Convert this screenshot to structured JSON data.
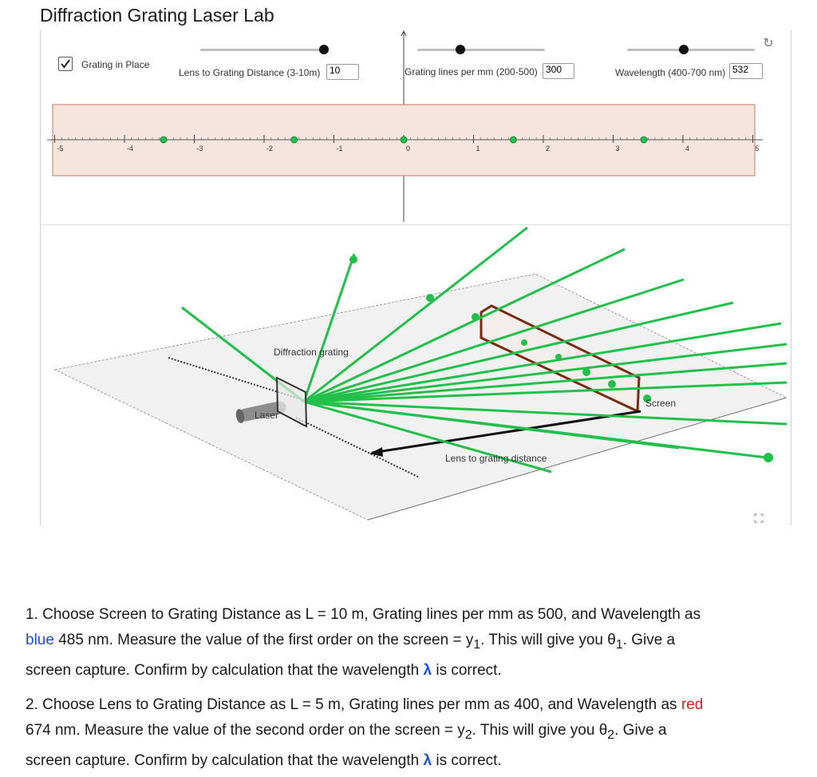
{
  "page_title": "Diffraction Grating Laser Lab",
  "controls": {
    "grating_checkbox_label": "Grating in Place",
    "grating_checked": true,
    "lens_distance_label": "Lens to Grating Distance (3-10m)",
    "lens_distance_value": "10",
    "lines_per_mm_label": "Grating lines per mm (200-500)",
    "lines_per_mm_value": "300",
    "wavelength_label": "Wavelength (400-700 nm)",
    "wavelength_value": "532"
  },
  "axis": {
    "ticks": [
      "-5",
      "-4",
      "-3",
      "-2",
      "-1",
      "0",
      "1",
      "2",
      "3",
      "4",
      "5"
    ],
    "spot_positions": [
      -3.44,
      -1.57,
      0,
      1.57,
      3.44
    ]
  },
  "scene": {
    "grating_label": "Diffraction grating",
    "laser_label": "Laser",
    "screen_label": "Screen",
    "distance_label": "Lens to grating distance"
  },
  "questions": {
    "q1_a": "1. Choose Screen to Grating Distance as L = 10 m, Grating lines per mm as 500, and Wavelength as",
    "q1_color": "blue",
    "q1_b": " 485 nm.  Measure the value of the first order on the screen = y",
    "q1_sub": "1",
    "q1_c": ".  This will give you θ",
    "q1_sub2": "1",
    "q1_d": ".  Give a",
    "q1_e": "screen capture.  Confirm by calculation that the wavelength ",
    "lambda": "λ",
    "q1_f": " is correct.",
    "q2_a": "2. Choose Lens to Grating Distance as L = 5 m, Grating lines per mm as 400, and Wavelength as ",
    "q2_color": "red",
    "q2_b": "674 nm.  Measure the value of the second order on the screen = y",
    "q2_sub": "2",
    "q2_c": ".  This will give you θ",
    "q2_sub2": "2",
    "q2_d": ".  Give a",
    "q2_e": "screen capture.  Confirm by calculation that the wavelength ",
    "q2_f": " is correct."
  },
  "colors": {
    "beam": "#21c04a",
    "screen_frame": "#7a2a0e",
    "strip_fill": "#f6e4de",
    "strip_border": "#c47a62"
  }
}
